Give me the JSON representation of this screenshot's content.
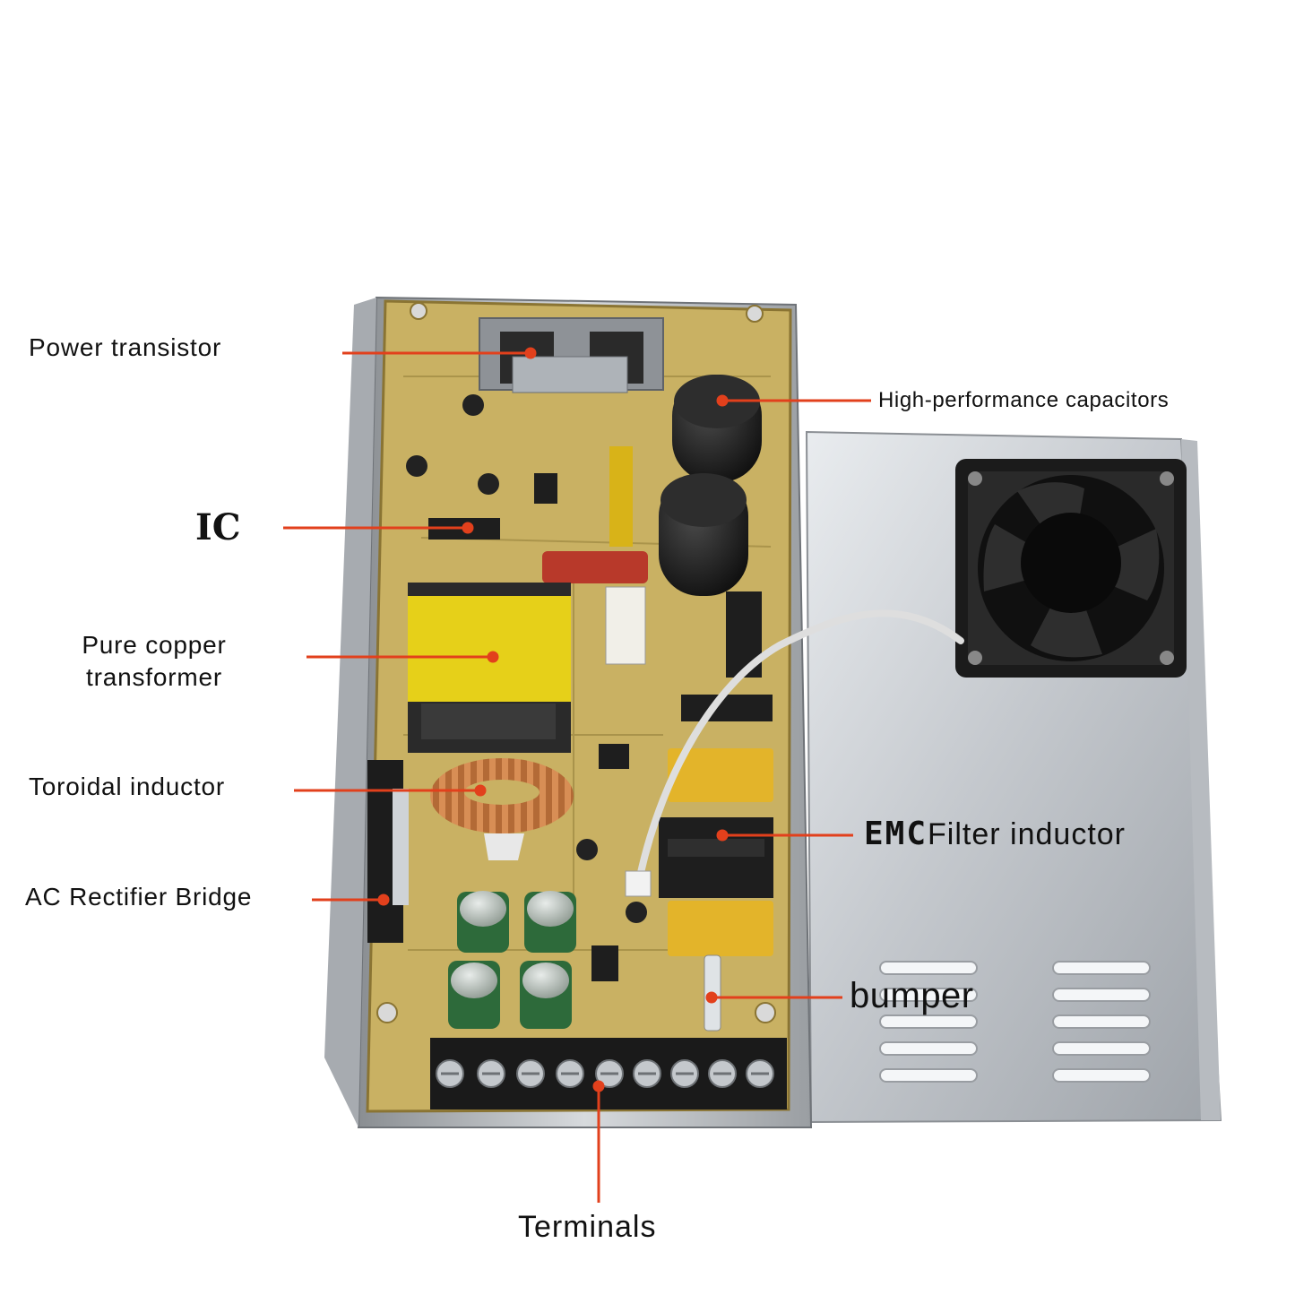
{
  "labels": {
    "power_transistor": "Power transistor",
    "capacitors": "High-performance capacitors",
    "ic": "IC",
    "transformer_line1": "Pure copper",
    "transformer_line2": "transformer",
    "toroidal": "Toroidal inductor",
    "emc_prefix": "EMC",
    "emc_suffix": "Filter inductor",
    "rectifier": "AC Rectifier Bridge",
    "bumper": "bumper",
    "terminals": "Terminals"
  },
  "colors": {
    "callout_line": "#e2401c",
    "pcb": "#c9b163",
    "metal": "#c9cdd2",
    "fan": "#1b1b1b"
  }
}
